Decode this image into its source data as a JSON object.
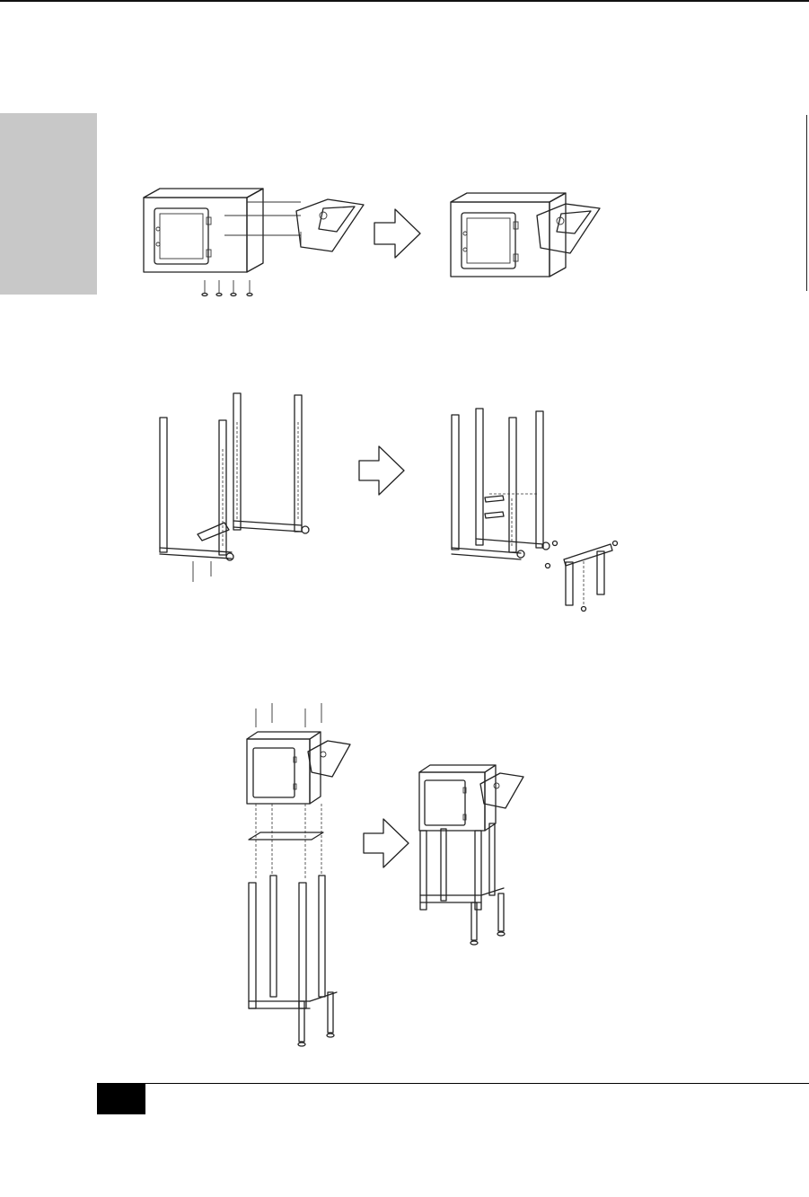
{
  "page": {
    "page_number": "",
    "steps": [
      {
        "name": "step-1",
        "parts": [
          "cabinet",
          "side-shelf",
          "screws"
        ]
      },
      {
        "name": "step-2",
        "parts": [
          "stand-frame",
          "cross-brace",
          "bolts"
        ]
      },
      {
        "name": "step-3",
        "parts": [
          "cabinet",
          "stand-frame",
          "assembled-unit"
        ]
      }
    ],
    "icons": [
      "right-arrow-icon"
    ]
  }
}
